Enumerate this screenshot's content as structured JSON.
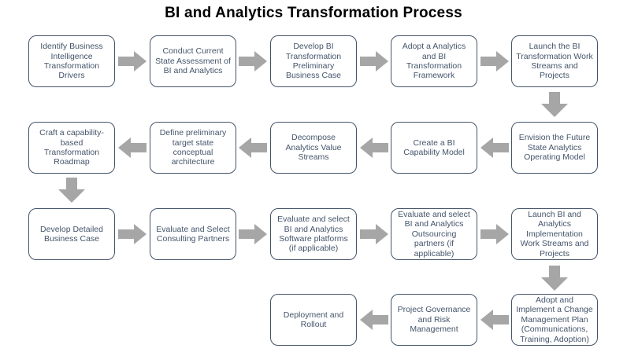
{
  "title": "BI and Analytics Transformation Process",
  "colors": {
    "background": "#FFFFFF",
    "title_text": "#000000",
    "box_border": "#44546A",
    "box_text": "#44546A",
    "box_fill": "#FFFFFF",
    "arrow_fill": "#A6A6A6"
  },
  "rows": [
    {
      "flow": "left-to-right",
      "boxes": [
        "Identify Business Intelligence Transformation Drivers",
        "Conduct Current State Assessment of BI and Analytics",
        "Develop BI Transformation Preliminary Business Case",
        "Adopt a Analytics and BI Transformation Framework",
        "Launch the BI Transformation Work Streams and Projects"
      ]
    },
    {
      "flow": "right-to-left",
      "boxes": [
        "Envision the Future State Analytics Operating Model",
        "Create a BI Capability Model",
        "Decompose Analytics Value Streams",
        "Define preliminary target state conceptual architecture",
        "Craft a capability-based Transformation Roadmap"
      ]
    },
    {
      "flow": "left-to-right",
      "boxes": [
        "Develop Detailed Business Case",
        "Evaluate and Select Consulting Partners",
        "Evaluate and select BI and Analytics Software platforms (if applicable)",
        "Evaluate and select BI and Analytics Outsourcing partners (if applicable)",
        "Launch BI and Analytics Implementation Work Streams and Projects"
      ]
    },
    {
      "flow": "right-to-left",
      "boxes": [
        "Adopt and Implement a Change Management Plan (Communications, Training, Adoption)",
        "Project Governance and Risk Management",
        "Deployment and Rollout"
      ]
    }
  ]
}
